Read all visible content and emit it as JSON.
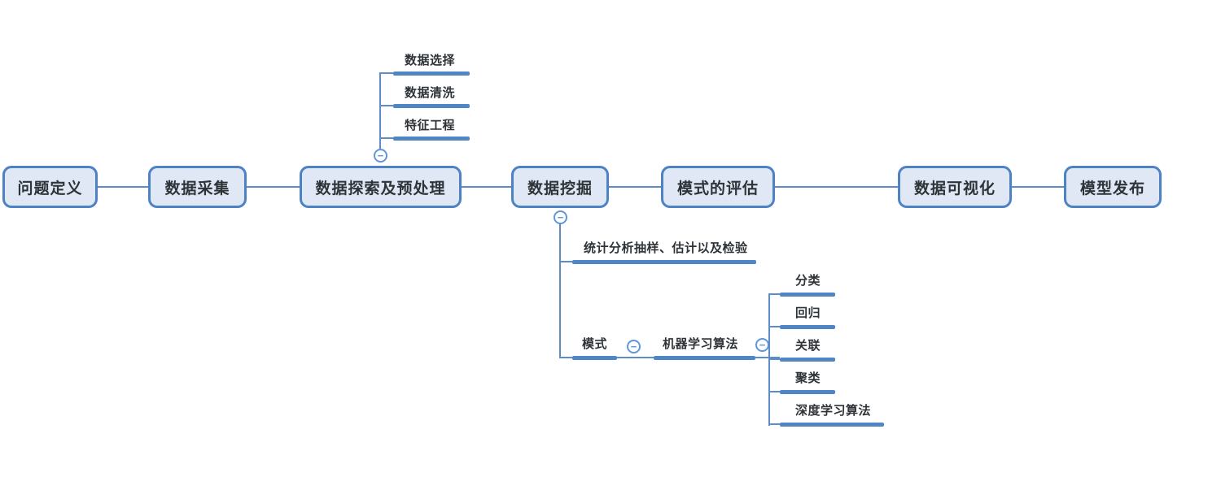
{
  "colors": {
    "background": "#ffffff",
    "node_border": "#4d82c4",
    "node_fill": "#dfe8f4",
    "connector_line": "#5d8cc9",
    "subtopic_underline": "#4f86c6",
    "collapse_icon": "#6096da",
    "text": "#2e3338"
  },
  "main_topics": [
    {
      "label": "问题定义"
    },
    {
      "label": "数据采集"
    },
    {
      "label": "数据探索及预处理"
    },
    {
      "label": "数据挖掘"
    },
    {
      "label": "模式的评估"
    },
    {
      "label": "数据可视化"
    },
    {
      "label": "模型发布"
    }
  ],
  "explore_subtopics": [
    {
      "label": "数据选择"
    },
    {
      "label": "数据清洗"
    },
    {
      "label": "特征工程"
    }
  ],
  "mining_subtopics": [
    {
      "label": "统计分析抽样、估计以及检验"
    },
    {
      "label": "模式"
    }
  ],
  "pattern_subtopics": [
    {
      "label": "机器学习算法"
    }
  ],
  "ml_subtopics": [
    {
      "label": "分类"
    },
    {
      "label": "回归"
    },
    {
      "label": "关联"
    },
    {
      "label": "聚类"
    },
    {
      "label": "深度学习算法"
    }
  ],
  "icons": {
    "collapse_glyph": "−"
  }
}
